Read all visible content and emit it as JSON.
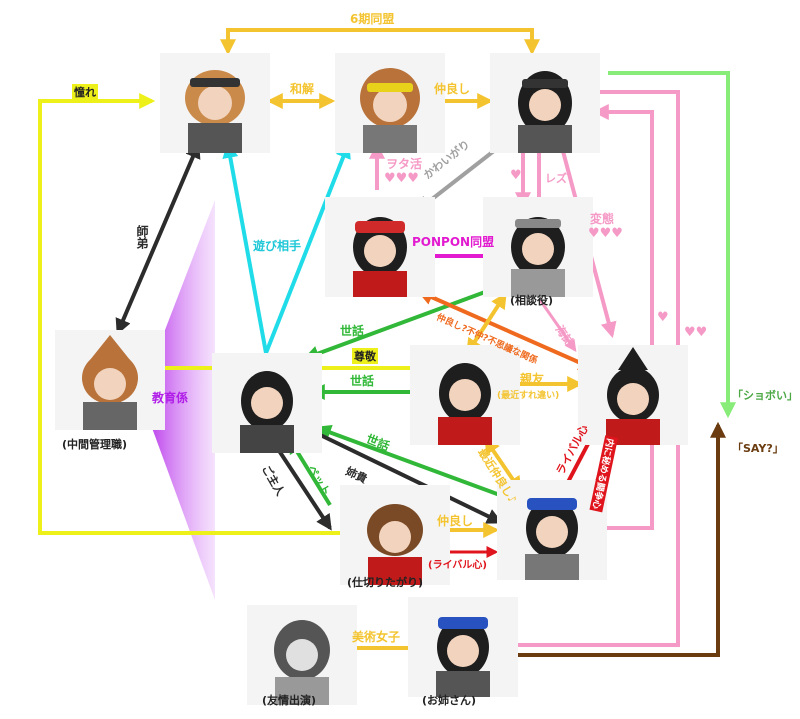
{
  "colors": {
    "gold": "#f4c430",
    "yellow": "#eef01a",
    "pink": "#f59ac6",
    "lightgreen": "#88ec78",
    "green": "#32b838",
    "cyan": "#20dce8",
    "gray": "#a0a0a0",
    "magenta": "#e21ad0",
    "orange": "#ef6a1e",
    "red": "#e0141c",
    "dark": "#2c2c2c",
    "brown": "#6a3c10",
    "purple": "#b01ee8"
  },
  "captions": {
    "middle_manager": "(中間管理職)",
    "advisor": "(相談役)",
    "organizer": "(仕切りたがり)",
    "guest": "(友情出演)",
    "big_sister": "(お姉さん)"
  },
  "labels": {
    "gen6_alliance": "6期同盟",
    "reconcile": "和解",
    "close1": "仲良し",
    "longing": "憧れ",
    "shobo": "「ショボい」",
    "say": "「SAY?」",
    "wota": "ヲタ活",
    "hearts3": "♥♥♥",
    "kawaigari": "かわいがり",
    "heart": "♥",
    "lez": "レズ",
    "pervert": "変態",
    "hearts2": "♥♥",
    "master": "師弟",
    "playmate": "遊び相手",
    "ponpon": "PONPON同盟",
    "sewa": "世話",
    "unknown_relation": "仲良し?不仲?不思議な関係",
    "respect": "尊敬",
    "hakase": "海誌",
    "best_friend": "親友",
    "best_friend_sub": "(最近すれ違い)",
    "education": "教育係",
    "recently_close": "最近仲良し♪",
    "rival": "ライバル心",
    "secret_rival": "内に秘める闘争心",
    "master_pet": "ご主人",
    "pet": "ペット",
    "big_bro": "姉貴",
    "rival_sub": "(ライバル心)",
    "art_girls": "美術女子"
  }
}
